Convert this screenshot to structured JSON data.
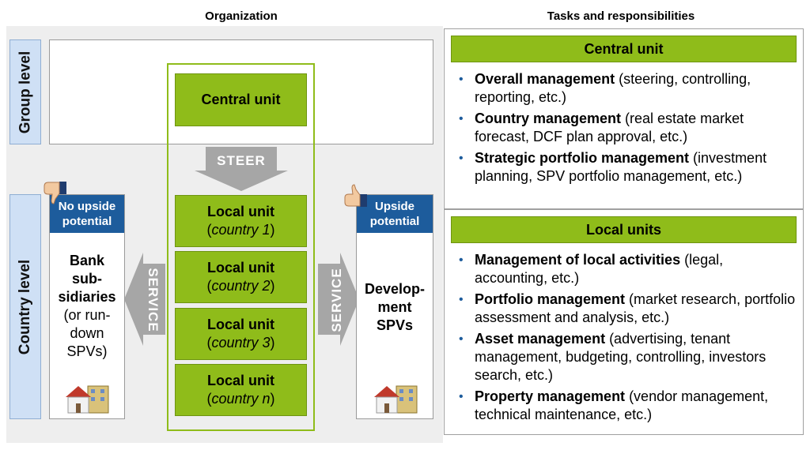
{
  "headers": {
    "organization": "Organization",
    "tasks": "Tasks and responsibilities"
  },
  "levels": {
    "group": "Group level",
    "country": "Country level"
  },
  "central_unit": "Central unit",
  "steer": "STEER",
  "service_left": "SERVICE",
  "service_right": "SERVICE",
  "local_units": [
    {
      "title": "Local unit",
      "open": "(",
      "country": "country 1",
      "close": ")"
    },
    {
      "title": "Local unit",
      "open": "(",
      "country": "country 2",
      "close": ")"
    },
    {
      "title": "Local unit",
      "open": "(",
      "country": "country 3",
      "close": ")"
    },
    {
      "title": "Local unit",
      "open": "(",
      "country": "country n",
      "close": ")"
    }
  ],
  "left_box": {
    "header_line1": "No upside",
    "header_line2": "potential",
    "title_line1": "Bank",
    "title_line2": "sub-",
    "title_line3": "sidiaries",
    "sub_line1": "(or run-",
    "sub_line2": "down",
    "sub_line3": "SPVs)",
    "icon": "thumbs-down-icon"
  },
  "right_box": {
    "header_line1": "Upside",
    "header_line2": "potential",
    "title_line1": "Develop-",
    "title_line2": "ment",
    "title_line3": "SPVs",
    "icon": "thumbs-up-icon"
  },
  "panels": [
    {
      "title": "Central unit",
      "items": [
        {
          "bold": "Overall management",
          "rest": " (steering, controlling, reporting, etc.)"
        },
        {
          "bold": "Country management",
          "rest": " (real estate market forecast, DCF plan approval, etc.)"
        },
        {
          "bold": "Strategic portfolio management",
          "rest": " (investment planning, SPV portfolio management, etc.)"
        }
      ]
    },
    {
      "title": "Local units",
      "items": [
        {
          "bold": "Management of local activities",
          "rest": " (legal, accounting, etc.)"
        },
        {
          "bold": "Portfolio management",
          "rest": " (market research, portfolio assessment and analysis, etc.)"
        },
        {
          "bold": "Asset management",
          "rest": " (advertising, tenant management, budgeting, controlling, investors search, etc.)"
        },
        {
          "bold": "Property management",
          "rest": " (vendor management, technical maintenance, etc.)"
        }
      ]
    }
  ],
  "colors": {
    "green": "#8fbc1a",
    "blue": "#1d5c9c",
    "level": "#cfe0f5",
    "arrow": "#a6a6a6"
  }
}
